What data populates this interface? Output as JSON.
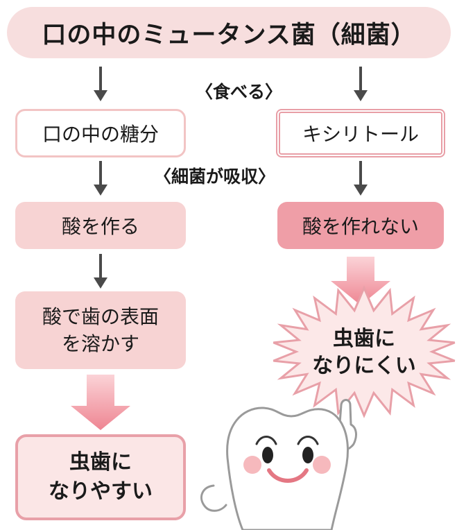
{
  "title": "口の中のミュータンス菌（細菌）",
  "label_eat": "〈食べる〉",
  "label_absorb": "〈細菌が吸収〉",
  "left": {
    "sugar": "口の中の糖分",
    "acid": "酸を作る",
    "dissolve": "酸で歯の表面\nを溶かす",
    "result": "虫歯に\nなりやすい"
  },
  "right": {
    "xylitol": "キシリトール",
    "no_acid": "酸を作れない",
    "result": "虫歯に\nなりにくい"
  },
  "colors": {
    "title_bg": "#f7dede",
    "box_pink": "#f7d3d3",
    "box_pink_dark": "#ef9ea7",
    "arrow": "#4a4a4a",
    "big_arrow": "#f08f9a",
    "burst_fill": "#fce8e8",
    "burst_stroke": "#e8a0a8"
  }
}
